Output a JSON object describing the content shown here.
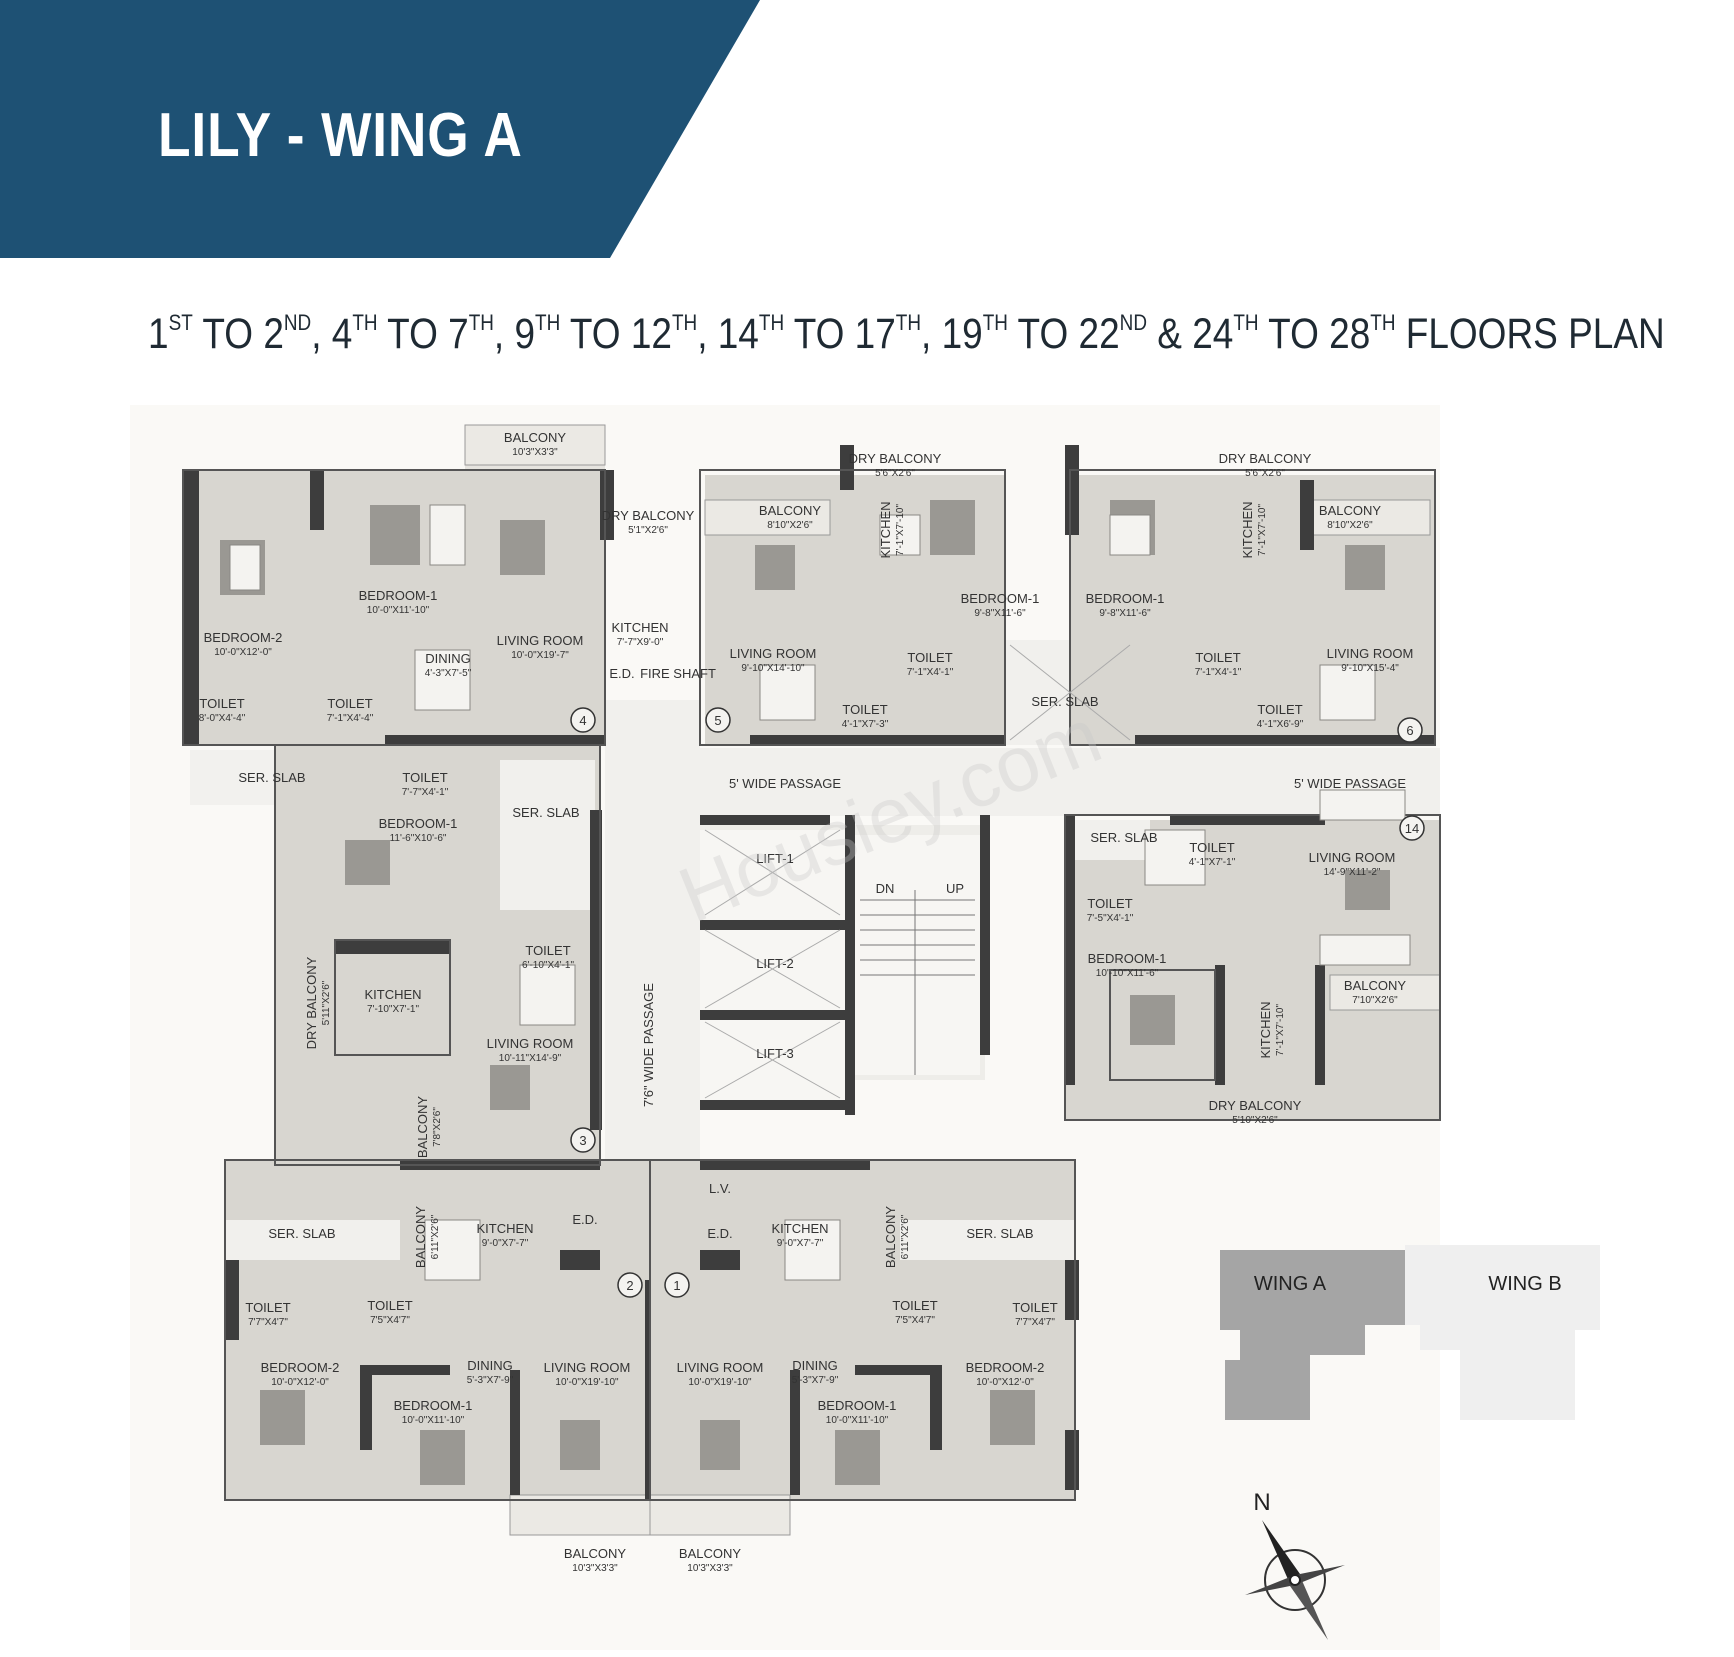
{
  "header": {
    "title": "LILY - WING A",
    "subtitle_parts": [
      {
        "t": "1"
      },
      {
        "s": "ST"
      },
      {
        "t": " TO 2"
      },
      {
        "s": "ND"
      },
      {
        "t": ", 4"
      },
      {
        "s": "TH"
      },
      {
        "t": " TO 7"
      },
      {
        "s": "TH"
      },
      {
        "t": ", 9"
      },
      {
        "s": "TH"
      },
      {
        "t": " TO 12"
      },
      {
        "s": "TH"
      },
      {
        "t": ", 14"
      },
      {
        "s": "TH"
      },
      {
        "t": " TO 17"
      },
      {
        "s": "TH"
      },
      {
        "t": ", 19"
      },
      {
        "s": "TH"
      },
      {
        "t": " TO 22"
      },
      {
        "s": "ND"
      },
      {
        "t": " & 24"
      },
      {
        "s": "TH"
      },
      {
        "t": " TO 28"
      },
      {
        "s": "TH"
      },
      {
        "t": " FLOORS PLAN"
      }
    ]
  },
  "colors": {
    "banner": "#1e5174",
    "room_fill": "#d8d6d0",
    "passage_fill": "#f1f0ed",
    "wall": "#3d3d3d",
    "furniture": "#9a9893",
    "key_wing_a": "#a5a5a5",
    "key_wing_b": "#efefef"
  },
  "rooms": [
    {
      "name": "BALCONY",
      "dim": "10'3\"X3'3\""
    },
    {
      "name": "DRY BALCONY",
      "dim": "5'1\"X2'6\""
    },
    {
      "name": "BEDROOM-1",
      "dim": "10'-0\"X11'-10\""
    },
    {
      "name": "BEDROOM-2",
      "dim": "10'-0\"X12'-0\""
    },
    {
      "name": "LIVING ROOM",
      "dim": "10'-0\"X19'-7\""
    },
    {
      "name": "DINING",
      "dim": "4'-3\"X7'-5\""
    },
    {
      "name": "KITCHEN",
      "dim": "7'-7\"X9'-0\""
    },
    {
      "name": "TOILET",
      "dim": "8'-0\"X4'-4\""
    },
    {
      "name": "TOILET",
      "dim": "7'-1\"X4'-4\""
    },
    {
      "name": "E.D.",
      "dim": ""
    },
    {
      "name": "FIRE SHAFT",
      "dim": ""
    },
    {
      "name": "SER. SLAB",
      "dim": ""
    },
    {
      "name": "BALCONY",
      "dim": "8'10\"X2'6\""
    },
    {
      "name": "LIVING ROOM",
      "dim": "9'-10\"X14'-10\""
    },
    {
      "name": "KITCHEN",
      "dim": "7'-1\"X7'-10\""
    },
    {
      "name": "DRY BALCONY",
      "dim": "5'6\"X2'6\""
    },
    {
      "name": "BEDROOM-1",
      "dim": "9'-8\"X11'-6\""
    },
    {
      "name": "TOILET",
      "dim": "7'-1\"X4'-1\""
    },
    {
      "name": "TOILET",
      "dim": "4'-1\"X7'-3\""
    },
    {
      "name": "SER. SLAB",
      "dim": ""
    },
    {
      "name": "BEDROOM-1",
      "dim": "9'-8\"X11'-6\""
    },
    {
      "name": "KITCHEN",
      "dim": "7'-1\"X7'-10\""
    },
    {
      "name": "DRY BALCONY",
      "dim": "5'6\"X2'6\""
    },
    {
      "name": "BALCONY",
      "dim": "8'10\"X2'6\""
    },
    {
      "name": "LIVING ROOM",
      "dim": "9'-10\"X15'-4\""
    },
    {
      "name": "TOILET",
      "dim": "7'-1\"X4'-1\""
    },
    {
      "name": "TOILET",
      "dim": "4'-1\"X6'-9\""
    },
    {
      "name": "5' WIDE PASSAGE",
      "dim": ""
    },
    {
      "name": "5' WIDE PASSAGE",
      "dim": ""
    },
    {
      "name": "TOILET",
      "dim": "7'-7\"X4'-1\""
    },
    {
      "name": "SER. SLAB",
      "dim": ""
    },
    {
      "name": "BEDROOM-1",
      "dim": "11'-6\"X10'-6\""
    },
    {
      "name": "TOILET",
      "dim": "6'-10\"X4'-1\""
    },
    {
      "name": "KITCHEN",
      "dim": "7'-10\"X7'-1\""
    },
    {
      "name": "DRY BALCONY",
      "dim": "5'11\"X2'6\""
    },
    {
      "name": "LIVING ROOM",
      "dim": "10'-11\"X14'-9\""
    },
    {
      "name": "BALCONY",
      "dim": "7'8\"X2'6\""
    },
    {
      "name": "7'6\" WIDE PASSAGE",
      "dim": ""
    },
    {
      "name": "LIFT-1",
      "dim": ""
    },
    {
      "name": "LIFT-2",
      "dim": ""
    },
    {
      "name": "LIFT-3",
      "dim": ""
    },
    {
      "name": "DN",
      "dim": ""
    },
    {
      "name": "UP",
      "dim": ""
    },
    {
      "name": "SER. SLAB",
      "dim": ""
    },
    {
      "name": "TOILET",
      "dim": "4'-1\"X7'-1\""
    },
    {
      "name": "LIVING ROOM",
      "dim": "14'-9\"X11'-2\""
    },
    {
      "name": "TOILET",
      "dim": "7'-5\"X4'-1\""
    },
    {
      "name": "BEDROOM-1",
      "dim": "10'-10\"X11'-6\""
    },
    {
      "name": "BALCONY",
      "dim": "7'10\"X2'6\""
    },
    {
      "name": "KITCHEN",
      "dim": "7'-1\"X7'-10\""
    },
    {
      "name": "DRY BALCONY",
      "dim": "5'10\"X2'6\""
    },
    {
      "name": "SER. SLAB",
      "dim": ""
    },
    {
      "name": "BALCONY",
      "dim": "6'11\"X2'6\""
    },
    {
      "name": "KITCHEN",
      "dim": "9'-0\"X7'-7\""
    },
    {
      "name": "E.D.",
      "dim": ""
    },
    {
      "name": "TOILET",
      "dim": "7'7\"X4'7\""
    },
    {
      "name": "TOILET",
      "dim": "7'5\"X4'7\""
    },
    {
      "name": "DINING",
      "dim": "5'-3\"X7'-9\""
    },
    {
      "name": "BEDROOM-2",
      "dim": "10'-0\"X12'-0\""
    },
    {
      "name": "BEDROOM-1",
      "dim": "10'-0\"X11'-10\""
    },
    {
      "name": "LIVING ROOM",
      "dim": "10'-0\"X19'-10\""
    },
    {
      "name": "BALCONY",
      "dim": "10'3\"X3'3\""
    },
    {
      "name": "L.V.",
      "dim": ""
    },
    {
      "name": "E.D.",
      "dim": ""
    },
    {
      "name": "KITCHEN",
      "dim": "9'-0\"X7'-7\""
    },
    {
      "name": "BALCONY",
      "dim": "6'11\"X2'6\""
    },
    {
      "name": "SER. SLAB",
      "dim": ""
    },
    {
      "name": "TOILET",
      "dim": "7'5\"X4'7\""
    },
    {
      "name": "TOILET",
      "dim": "7'7\"X4'7\""
    },
    {
      "name": "DINING",
      "dim": "5'-3\"X7'-9\""
    },
    {
      "name": "LIVING ROOM",
      "dim": "10'-0\"X19'-10\""
    },
    {
      "name": "BEDROOM-1",
      "dim": "10'-0\"X11'-10\""
    },
    {
      "name": "BEDROOM-2",
      "dim": "10'-0\"X12'-0\""
    },
    {
      "name": "BALCONY",
      "dim": "10'3\"X3'3\""
    }
  ],
  "flat_numbers": [
    "1",
    "2",
    "3",
    "4",
    "5",
    "6",
    "14"
  ],
  "key_plan": {
    "wing_a": "WING A",
    "wing_b": "WING B"
  },
  "compass": {
    "label": "N"
  },
  "watermark": "Housiey.com"
}
